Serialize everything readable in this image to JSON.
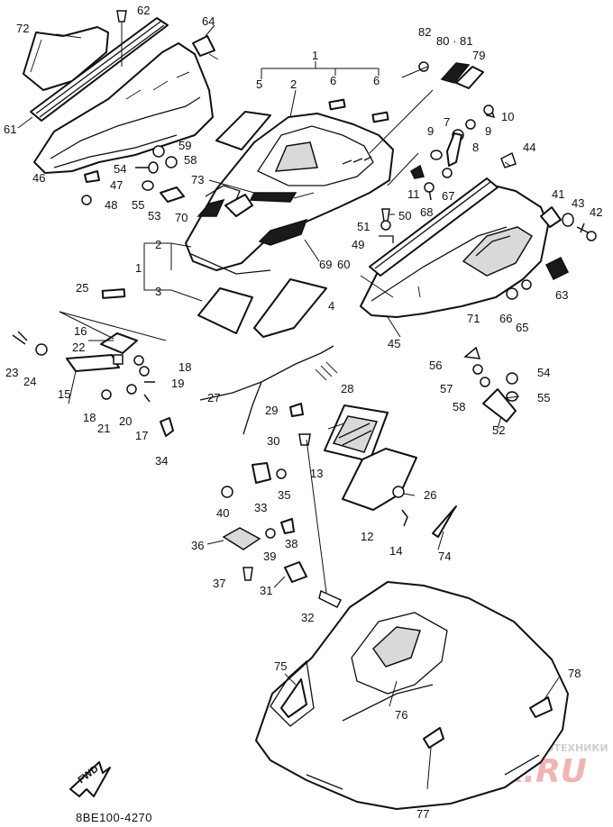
{
  "diagram": {
    "part_numbers": [
      "1",
      "2",
      "3",
      "4",
      "5",
      "6",
      "7",
      "8",
      "9",
      "10",
      "11",
      "12",
      "13",
      "14",
      "15",
      "16",
      "17",
      "18",
      "19",
      "20",
      "21",
      "22",
      "23",
      "24",
      "25",
      "26",
      "27",
      "28",
      "29",
      "30",
      "31",
      "32",
      "33",
      "34",
      "35",
      "36",
      "37",
      "38",
      "39",
      "40",
      "41",
      "42",
      "43",
      "44",
      "45",
      "46",
      "47",
      "48",
      "49",
      "50",
      "51",
      "52",
      "53",
      "54",
      "55",
      "56",
      "57",
      "58",
      "59",
      "60",
      "61",
      "62",
      "63",
      "64",
      "65",
      "66",
      "67",
      "68",
      "69",
      "70",
      "71",
      "72",
      "73",
      "74",
      "75",
      "76",
      "77",
      "78",
      "79",
      "80",
      "81",
      "82"
    ],
    "callouts": {
      "c1a": "1",
      "c1b": "1",
      "c2a": "2",
      "c2b": "2",
      "c3": "3",
      "c4": "4",
      "c5": "5",
      "c6a": "6",
      "c6b": "6",
      "c7": "7",
      "c8": "8",
      "c9a": "9",
      "c9b": "9",
      "c10": "10",
      "c11": "11",
      "c12": "12",
      "c13": "13",
      "c14": "14",
      "c15": "15",
      "c16": "16",
      "c17": "17",
      "c18a": "18",
      "c18b": "18",
      "c19": "19",
      "c20": "20",
      "c21": "21",
      "c22": "22",
      "c23": "23",
      "c24": "24",
      "c25": "25",
      "c26": "26",
      "c27": "27",
      "c28": "28",
      "c29": "29",
      "c30": "30",
      "c31": "31",
      "c32": "32",
      "c33": "33",
      "c34": "34",
      "c35": "35",
      "c36": "36",
      "c37": "37",
      "c38": "38",
      "c39": "39",
      "c40": "40",
      "c41": "41",
      "c42": "42",
      "c43": "43",
      "c44": "44",
      "c45": "45",
      "c46": "46",
      "c47": "47",
      "c48": "48",
      "c49": "49",
      "c50": "50",
      "c51": "51",
      "c52": "52",
      "c53": "53",
      "c54a": "54",
      "c54b": "54",
      "c55a": "55",
      "c55b": "55",
      "c56": "56",
      "c57": "57",
      "c58a": "58",
      "c58b": "58",
      "c59": "59",
      "c60": "60",
      "c61": "61",
      "c62": "62",
      "c63": "63",
      "c64": "64",
      "c65": "65",
      "c66": "66",
      "c67": "67",
      "c68": "68",
      "c69": "69",
      "c70": "70",
      "c71": "71",
      "c72": "72",
      "c73": "73",
      "c74": "74",
      "c75": "75",
      "c76": "76",
      "c77": "77",
      "c78": "78",
      "c79": "79",
      "c80_81": "80 · 81",
      "c82": "82"
    },
    "fwd_label": "FWD",
    "drawing_code": "8BE100-4270"
  },
  "watermark": {
    "caption": "ЗАПЧАСТИ И АКСЕССУАРЫ ДЛЯ МОТОТЕХНИКИ",
    "brand": "PARTSPOK.RU"
  }
}
